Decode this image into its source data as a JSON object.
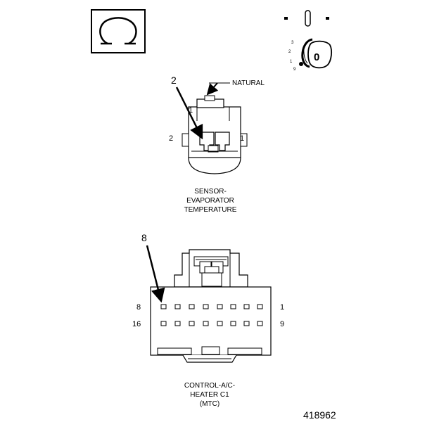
{
  "symbols": {
    "ohm_icon": "ohm-meter-icon",
    "ohm_glyph": "Ω",
    "ignition_switch_icon": "ignition-key-off-icon",
    "ignition_off_marks": [
      "I",
      "0",
      "I"
    ],
    "ignition_positions": [
      "3",
      "2",
      "1",
      "9"
    ],
    "key_label": "0"
  },
  "sensor_connector": {
    "callout": "2",
    "natural_label": "NATURAL",
    "cavity_labels": {
      "top": "1",
      "left": "2",
      "right": "1"
    },
    "name_lines": [
      "SENSOR-",
      "EVAPORATOR",
      "TEMPERATURE"
    ]
  },
  "control_connector": {
    "callout": "8",
    "row1_labels": {
      "left": "8",
      "right": "1"
    },
    "row2_labels": {
      "left": "16",
      "right": "9"
    },
    "name_lines": [
      "CONTROL-A/C-",
      "HEATER C1",
      "(MTC)"
    ]
  },
  "figure_number": "418962"
}
